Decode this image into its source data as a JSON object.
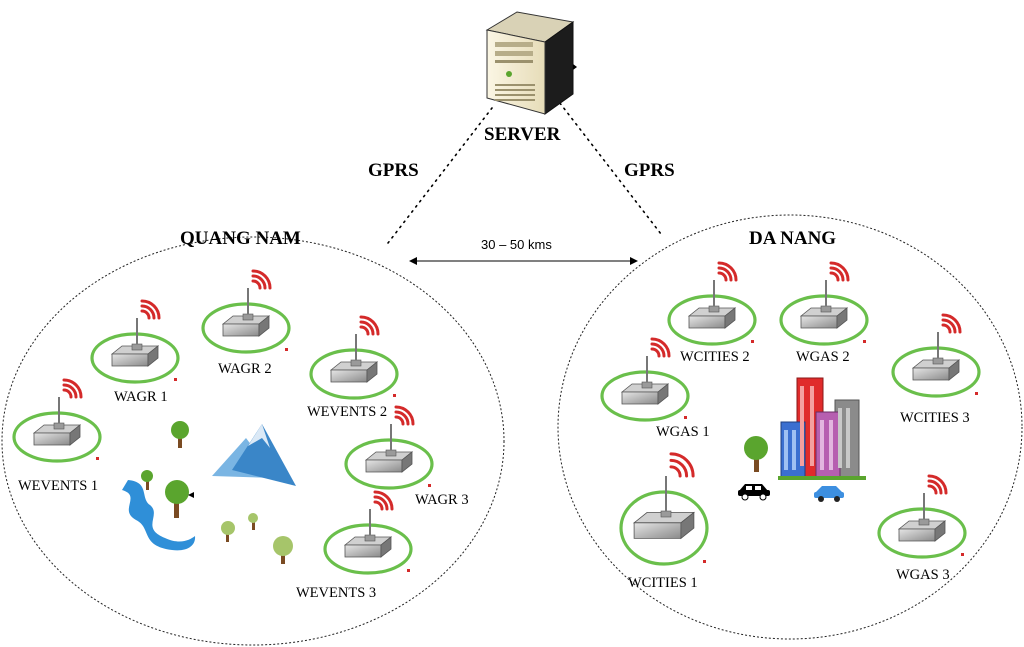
{
  "server": {
    "label": "SERVER"
  },
  "links": {
    "left_label": "GPRS",
    "right_label": "GPRS"
  },
  "distance": {
    "label": "30 – 50 kms"
  },
  "regions": [
    {
      "name": "QUANG NAM",
      "nodes": [
        "WAGR 1",
        "WAGR 2",
        "WEVENTS 2",
        "WAGR 3",
        "WEVENTS 1",
        "WEVENTS 3"
      ]
    },
    {
      "name": "DA NANG",
      "nodes": [
        "WCITIES 2",
        "WGAS 2",
        "WGAS 1",
        "WCITIES 3",
        "WCITIES 1",
        "WGAS 3"
      ]
    }
  ],
  "colors": {
    "node_ring": "#6abf4b",
    "signal": "#d42a2a",
    "mountain": "#3a86c8",
    "river": "#2f8fd8",
    "tree_leaf": "#5aa52e"
  },
  "icons": [
    "server-icon",
    "sensor-node-icon",
    "signal-wave-icon",
    "mountain-icon",
    "river-icon",
    "tree-icon",
    "city-buildings-icon",
    "car-icon"
  ]
}
